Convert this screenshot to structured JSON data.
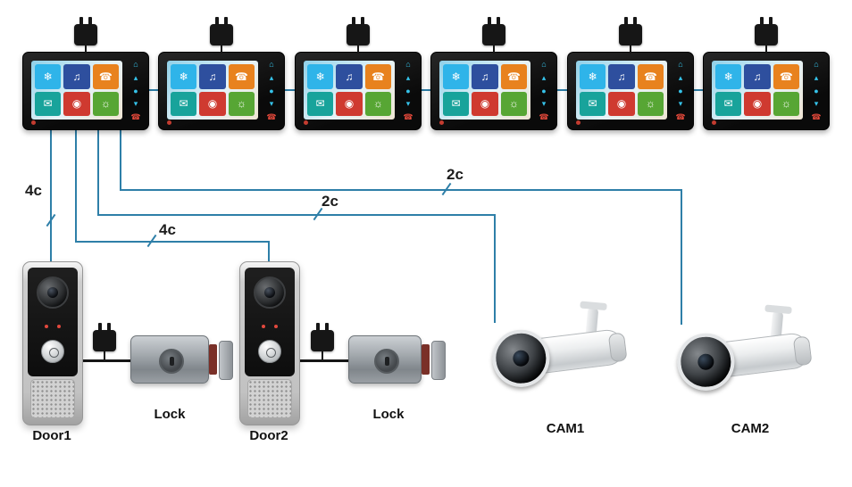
{
  "wires": {
    "door1": {
      "label": "4c"
    },
    "door2": {
      "label": "4c"
    },
    "cam1": {
      "label": "2c"
    },
    "cam2": {
      "label": "2c"
    }
  },
  "devices": {
    "door1": "Door1",
    "lock1": "Lock",
    "door2": "Door2",
    "lock2": "Lock",
    "cam1": "CAM1",
    "cam2": "CAM2"
  },
  "monitor": {
    "count": 6,
    "tiles": [
      {
        "name": "snowflake-tile-icon",
        "glyph": "❄",
        "color": "#2fb4e9"
      },
      {
        "name": "chime-tile-icon",
        "glyph": "♫",
        "color": "#2e4f9e"
      },
      {
        "name": "phone-tile-icon",
        "glyph": "☎",
        "color": "#e8821e"
      },
      {
        "name": "message-tile-icon",
        "glyph": "✉",
        "color": "#18a39b"
      },
      {
        "name": "alarm-tile-icon",
        "glyph": "◉",
        "color": "#cf3a30"
      },
      {
        "name": "brightness-tile-icon",
        "glyph": "☼",
        "color": "#57a634"
      }
    ],
    "side_buttons": [
      {
        "name": "monitor-button-icon",
        "glyph": "⌂"
      },
      {
        "name": "up-button-icon",
        "glyph": "▴"
      },
      {
        "name": "menu-button-icon",
        "glyph": "●"
      },
      {
        "name": "down-button-icon",
        "glyph": "▾"
      },
      {
        "name": "talk-button-icon",
        "glyph": "☎"
      }
    ]
  },
  "colors": {
    "wire": "#2e7fa8",
    "cable": "#161616",
    "monitor_body": "#111111"
  }
}
